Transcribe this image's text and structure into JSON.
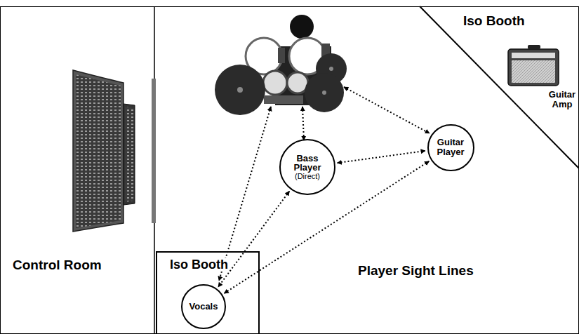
{
  "diagram": {
    "nodes": [
      {
        "text": [
          "Bass Player",
          "(Direct)"
        ]
      },
      {
        "text": [
          "Guitar Player"
        ]
      },
      {
        "text": [
          "Iso Booth"
        ]
      },
      {
        "text": [
          "Vocals"
        ],
        "in": 2
      }
    ],
    "edges": [
      {
        "from": 0,
        "to": 1,
        "arrow": "both"
      },
      {
        "from": 0,
        "to": 3,
        "arrow": "both"
      },
      {
        "from": 1,
        "to": 3,
        "arrow": "both"
      }
    ],
    "labels": [
      "Iso Booth",
      "Guitar Amp",
      "Control Room",
      "Player Sight Lines"
    ]
  }
}
